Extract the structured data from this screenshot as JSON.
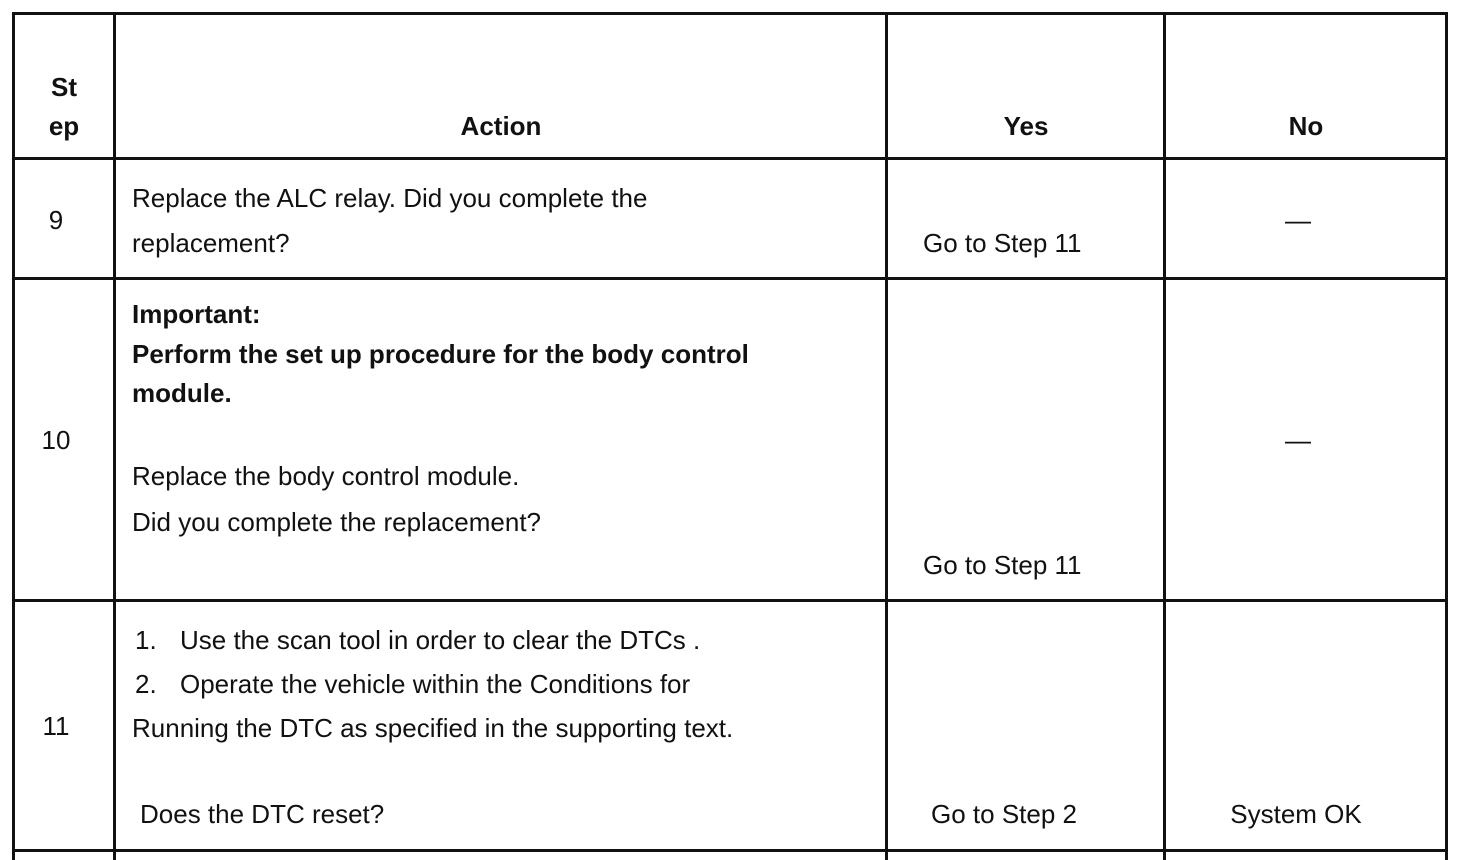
{
  "table": {
    "headers": {
      "step_line1": "St",
      "step_line2": "ep",
      "action": "Action",
      "yes": "Yes",
      "no": "No"
    },
    "rows": [
      {
        "step": "9",
        "action_line1": "Replace the ALC relay. Did you complete the",
        "action_line2": "replacement?",
        "yes": "Go to Step 11",
        "no": "—"
      },
      {
        "step": "10",
        "important_label": "Important:",
        "important_line1": "Perform the set up procedure for the body control",
        "important_line2": "module.",
        "action_line1": "Replace the body control module.",
        "action_line2": "Did you complete the replacement?",
        "yes": "Go to Step 11",
        "no": "—"
      },
      {
        "step": "11",
        "list_item1_num": "1.",
        "list_item1": "Use the scan tool in order to clear the DTCs .",
        "list_item2_num": "2.",
        "list_item2": "Operate the vehicle within the Conditions for",
        "list_item2_cont": "Running the DTC as specified in the supporting text.",
        "question": "Does the DTC reset?",
        "yes": "Go to Step 2",
        "no": "System OK"
      }
    ]
  }
}
